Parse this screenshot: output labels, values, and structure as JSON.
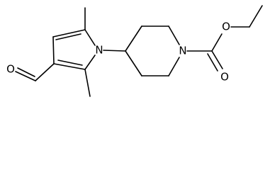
{
  "molecule": {
    "atoms": {
      "pyrrole_n": "N",
      "piperidine_n": "N",
      "aldehyde_o": "O",
      "ester_o_single": "O",
      "ester_o_double": "O"
    }
  },
  "colors": {
    "bond": "#000000",
    "label": "#000000",
    "background": "#ffffff"
  }
}
